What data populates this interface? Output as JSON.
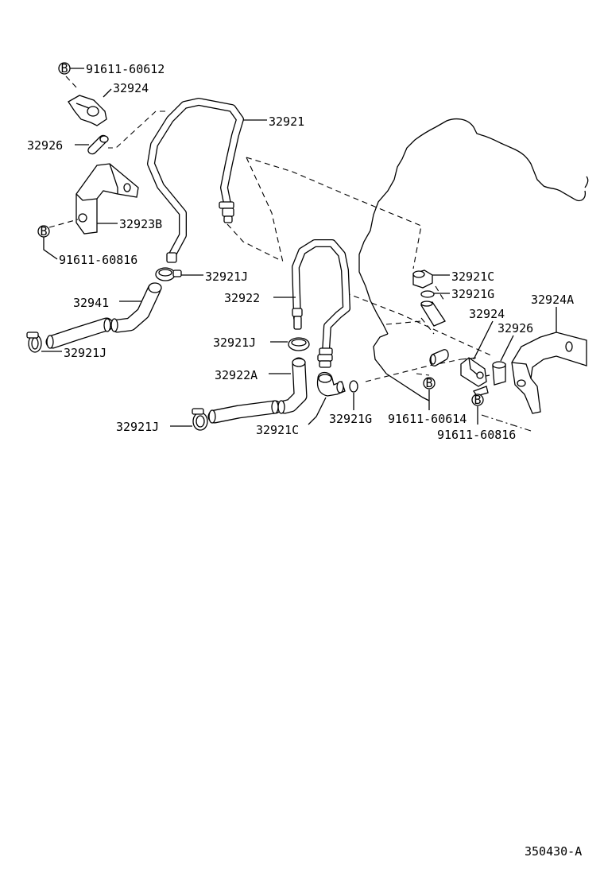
{
  "diagram_id": "350430-A",
  "labels": {
    "bolt_top": "91611-60612",
    "clamp_top": "32924",
    "pipe_main": "32921",
    "hose_small_left": "32926",
    "bracket_left": "32923B",
    "bolt_left": "91611-60816",
    "clip_upper_left": "32921J",
    "hose_left": "32941",
    "clip_lower_left": "32921J",
    "pipe_center": "32922",
    "union_right": "32921C",
    "gasket_right": "32921G",
    "clamp_right": "32924",
    "bracket_right": "32924A",
    "hose_small_right": "32926",
    "clip_center": "32921J",
    "hose_center": "32922A",
    "clip_bottom": "32921J",
    "union_bottom": "32921C",
    "gasket_bottom": "32921G",
    "bolt_center": "91611-60614",
    "bolt_right": "91611-60816"
  },
  "bolt_symbol": "B"
}
